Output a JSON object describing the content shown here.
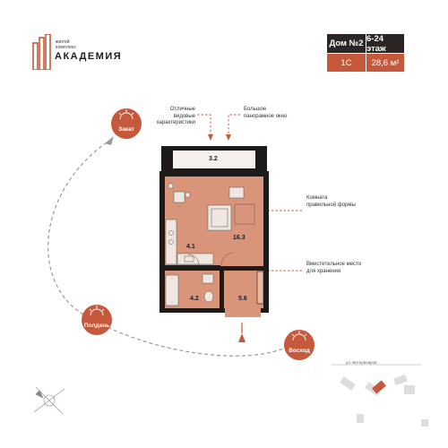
{
  "logo": {
    "line1": "жилой",
    "line2": "комплекс",
    "name": "АКАДЕМИЯ",
    "accent_color": "#c6593c"
  },
  "info": {
    "house": "Дом №2",
    "floors": "6-24 этаж",
    "type": "1С",
    "area": "28,6 м²"
  },
  "notes": {
    "views_line1": "Отличные",
    "views_line2": "видовые",
    "views_line3": "характеристики",
    "window_line1": "Большое",
    "window_line2": "панорамное окно",
    "room_line1": "Комната",
    "room_line2": "правильной формы",
    "storage_line1": "Вместительное место",
    "storage_line2": "для хранения"
  },
  "sun": {
    "sunset": "Закат",
    "noon": "Полдень",
    "sunrise": "Восход"
  },
  "rooms": {
    "balcony": "3.2",
    "kitchen": "4.1",
    "living": "16.3",
    "bath": "4.2",
    "hall": "5.6"
  },
  "street": "ул. Ветеринаров",
  "colors": {
    "wall": "#1e1a1a",
    "floor": "#d9957a",
    "accent": "#c6593c",
    "dark_cell": "#2c2526"
  }
}
